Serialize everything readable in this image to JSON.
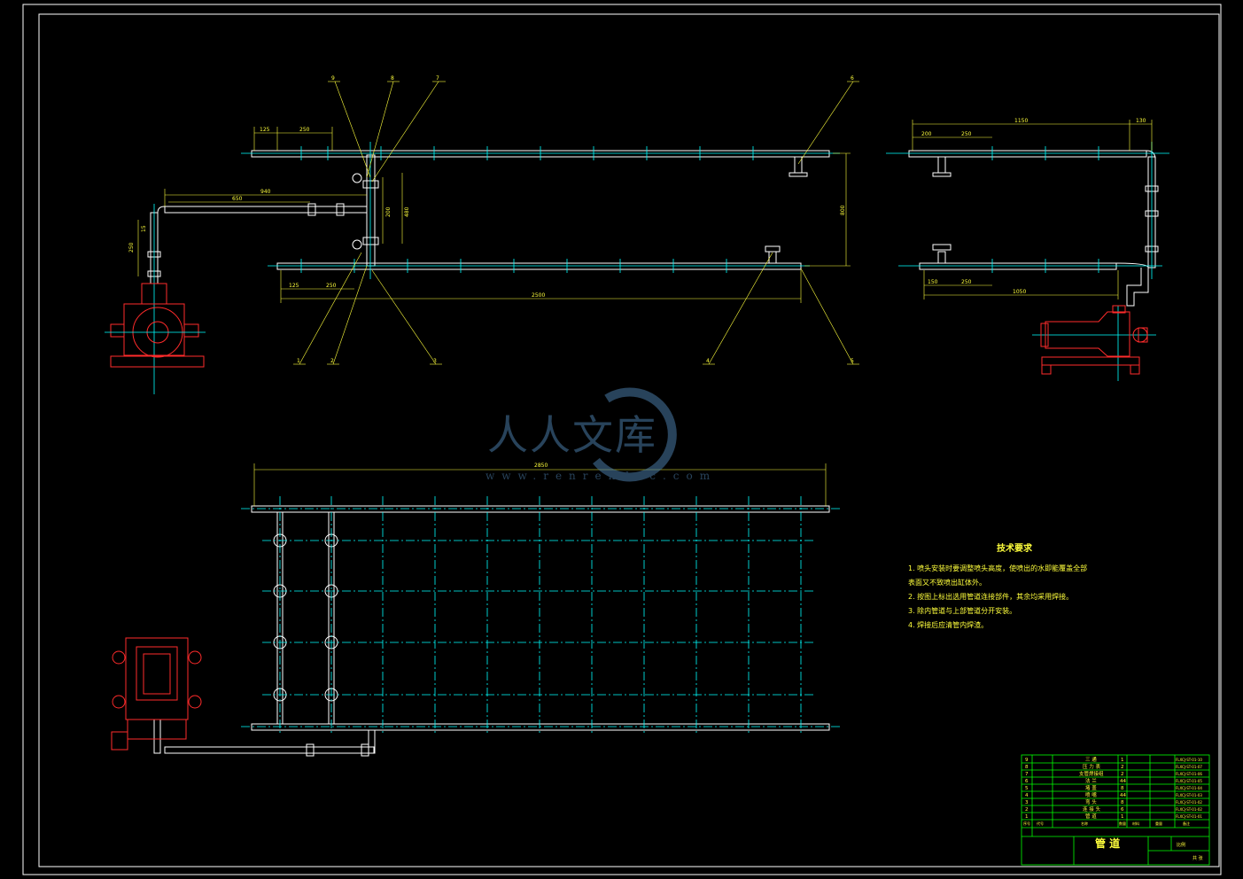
{
  "drawing": {
    "title_block": {
      "name": "管 道",
      "scale_label": "比例",
      "sheet_label": "共 张",
      "rows": [
        {
          "no": "9",
          "name": "三 通",
          "qty": "1",
          "code": "FLXCJ-ST-01-10"
        },
        {
          "no": "8",
          "name": "压 力 表",
          "qty": "2",
          "code": "FLXCJ-ST-01-07"
        },
        {
          "no": "7",
          "name": "支管焊接组",
          "qty": "2",
          "code": "FLXCJ-ST-01-06"
        },
        {
          "no": "6",
          "name": "法 兰",
          "qty": "44",
          "code": "FLXCJ-ST-01-05"
        },
        {
          "no": "5",
          "name": "堵 盖",
          "qty": "8",
          "code": "FLXCJ-ST-01-04"
        },
        {
          "no": "4",
          "name": "喷 嘴",
          "qty": "44",
          "code": "FLXCJ-ST-01-03"
        },
        {
          "no": "3",
          "name": "弯 头",
          "qty": "8",
          "code": "FLXCJ-ST-01-02"
        },
        {
          "no": "2",
          "name": "连 接 头",
          "qty": "6",
          "code": "FLXCJ-ST-01-02"
        },
        {
          "no": "1",
          "name": "管 道",
          "qty": "1",
          "code": "FLXCJ-ST-01-01"
        }
      ],
      "header": {
        "no": "序号",
        "code": "代号",
        "name": "名称",
        "qty": "数量",
        "material": "材料",
        "weight": "重量",
        "remark": "备注"
      }
    },
    "dimensions": {
      "front_top": [
        "125",
        "250"
      ],
      "front_left": [
        "940",
        "650",
        "250",
        "15"
      ],
      "front_mid": [
        "200",
        "480"
      ],
      "front_right": "800",
      "front_bottom": [
        "125",
        "250",
        "2500"
      ],
      "side_top": [
        "1150",
        "200",
        "250",
        "130"
      ],
      "side_bottom": [
        "150",
        "250",
        "1050"
      ],
      "plan_top": "2850"
    },
    "balloons": [
      "9",
      "8",
      "7",
      "6",
      "1",
      "2",
      "3",
      "4",
      "5"
    ],
    "tech": {
      "title": "技术要求",
      "items": [
        "1. 喷头安装时要调整喷头高度，使喷出的水即能覆盖全部",
        "   表面又不致喷出缸体外。",
        "2. 按图上标出选用管道连接部件，其余均采用焊接。",
        "3. 除内管道与上部管道分开安装。",
        "4. 焊接后应清管内焊渣。"
      ]
    },
    "watermark": {
      "text": "人人文库",
      "url": "www.renrendoc.com"
    },
    "colors": {
      "white": "#ffffff",
      "yellow": "#ffff3c",
      "cyan": "#00ffff",
      "red": "#ff2b2b",
      "green": "#00ff00",
      "frame": "#ffffff"
    }
  }
}
